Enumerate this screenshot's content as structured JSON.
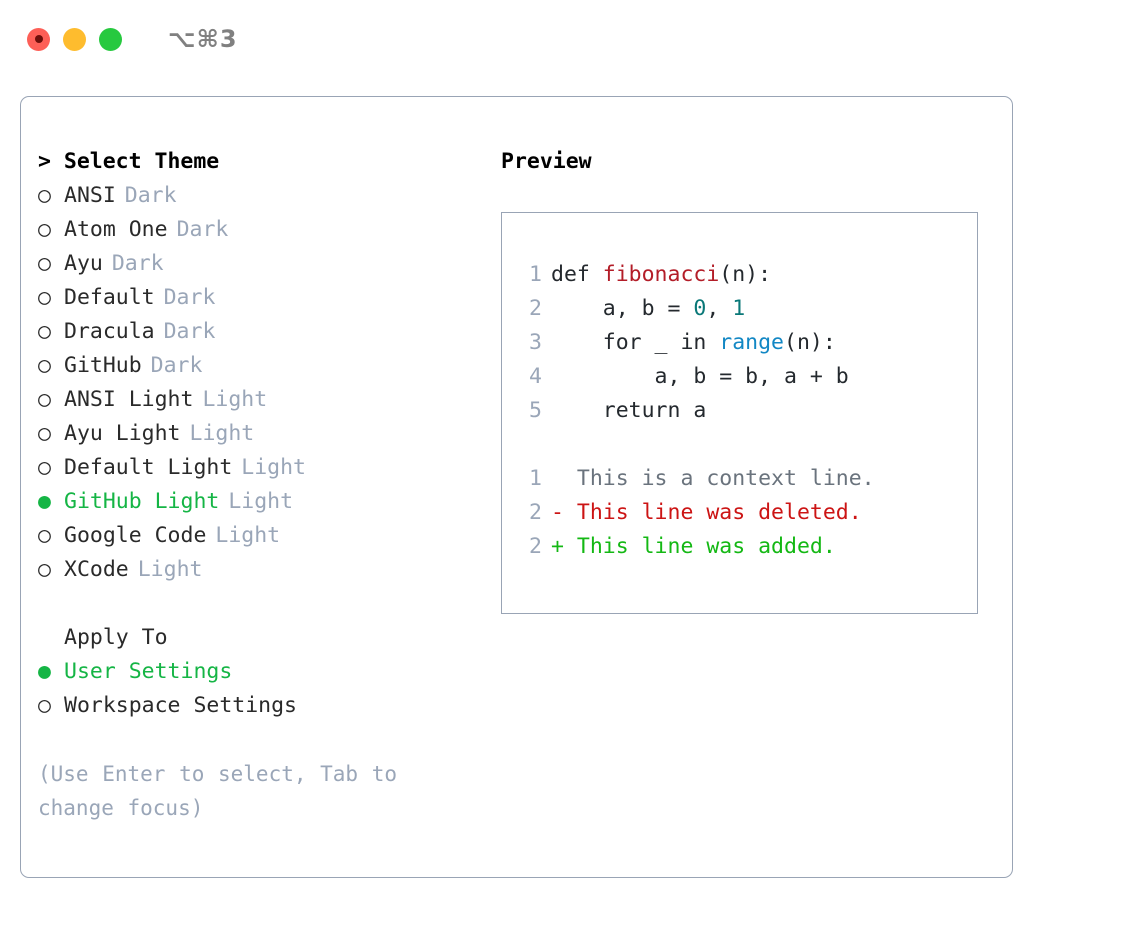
{
  "titlebar": {
    "shortcut": "⌥⌘3",
    "buttons": [
      {
        "name": "close",
        "color": "#fd5f57"
      },
      {
        "name": "minimize",
        "color": "#febc2e"
      },
      {
        "name": "maximize",
        "color": "#27c93f"
      }
    ]
  },
  "colors": {
    "selected_green": "#15b545",
    "muted_tag": "#9aa6b8",
    "border": "#99a4b5",
    "text": "#2a2a2a",
    "diff_add": "#14b814",
    "diff_del": "#cc1414",
    "diff_ctx": "#6a737d",
    "syntax_function": "#b31d28",
    "syntax_number": "#0a7878",
    "syntax_call": "#1287c4"
  },
  "theme_panel": {
    "heading": "> Select Theme",
    "bullet_unselected": "○",
    "bullet_selected": "●",
    "items": [
      {
        "label": "ANSI",
        "tag": "Dark",
        "selected": false
      },
      {
        "label": "Atom One",
        "tag": "Dark",
        "selected": false
      },
      {
        "label": "Ayu",
        "tag": "Dark",
        "selected": false
      },
      {
        "label": "Default",
        "tag": "Dark",
        "selected": false
      },
      {
        "label": "Dracula",
        "tag": "Dark",
        "selected": false
      },
      {
        "label": "GitHub",
        "tag": "Dark",
        "selected": false
      },
      {
        "label": "ANSI Light",
        "tag": "Light",
        "selected": false
      },
      {
        "label": "Ayu Light",
        "tag": "Light",
        "selected": false
      },
      {
        "label": "Default Light",
        "tag": "Light",
        "selected": false
      },
      {
        "label": "GitHub Light",
        "tag": "Light",
        "selected": true
      },
      {
        "label": "Google Code",
        "tag": "Light",
        "selected": false
      },
      {
        "label": "XCode",
        "tag": "Light",
        "selected": false
      }
    ]
  },
  "apply_to": {
    "heading": "Apply To",
    "options": [
      {
        "label": "User Settings",
        "selected": true
      },
      {
        "label": "Workspace Settings",
        "selected": false
      }
    ]
  },
  "hint": "(Use Enter to select, Tab to change focus)",
  "preview": {
    "heading": "Preview",
    "code_lines": [
      {
        "num": "1",
        "tokens": [
          {
            "text": "def ",
            "type": "plain"
          },
          {
            "text": "fibonacci",
            "type": "function"
          },
          {
            "text": "(n):",
            "type": "plain"
          }
        ]
      },
      {
        "num": "2",
        "tokens": [
          {
            "text": "    a, b = ",
            "type": "plain"
          },
          {
            "text": "0",
            "type": "number"
          },
          {
            "text": ", ",
            "type": "plain"
          },
          {
            "text": "1",
            "type": "number"
          }
        ]
      },
      {
        "num": "3",
        "tokens": [
          {
            "text": "    for _ in ",
            "type": "plain"
          },
          {
            "text": "range",
            "type": "call"
          },
          {
            "text": "(n):",
            "type": "plain"
          }
        ]
      },
      {
        "num": "4",
        "tokens": [
          {
            "text": "        a, b = b, a + b",
            "type": "plain"
          }
        ]
      },
      {
        "num": "5",
        "tokens": [
          {
            "text": "    return a",
            "type": "plain"
          }
        ]
      }
    ],
    "diff_lines": [
      {
        "num": "1",
        "marker": "  ",
        "text": "This is a context line.",
        "kind": "ctx"
      },
      {
        "num": "2",
        "marker": "- ",
        "text": "This line was deleted.",
        "kind": "del"
      },
      {
        "num": "2",
        "marker": "+ ",
        "text": "This line was added.",
        "kind": "add"
      }
    ]
  }
}
